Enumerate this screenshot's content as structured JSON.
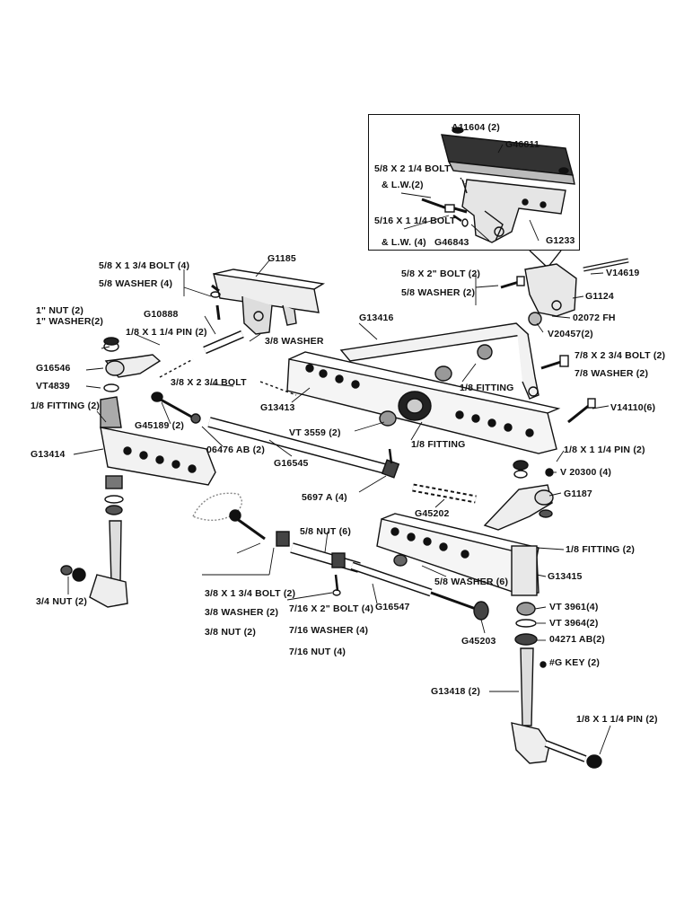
{
  "inset": {
    "labels": [
      "A11604 (2)",
      "G46811",
      "5/8 X 2 1/4 BOLT",
      "& L.W.(2)",
      "5/16 X 1 1/4 BOLT",
      "& L.W. (4)",
      "G46843",
      "G1233"
    ]
  },
  "labels": {
    "bolt_5_8_x_1_3_4": "5/8 X 1 3/4 BOLT (4)",
    "washer_5_8_4_top": "5/8 WASHER (4)",
    "g1185": "G1185",
    "bolt_5_8_x_2": "5/8 X 2\" BOLT (2)",
    "washer_5_8_2": "5/8 WASHER (2)",
    "v14619": "V14619",
    "g1124": "G1124",
    "o2072fh": "02072 FH",
    "g10888": "G10888",
    "nut_1_2": "1\" NUT (2)",
    "washer_1_2": "1\" WASHER(2)",
    "pin_1_8_x_1_1_4_2_a": "1/8 X 1 1/4 PIN (2)",
    "washer_3_8": "3/8 WASHER",
    "g13416": "G13416",
    "v20457": "V20457(2)",
    "bolt_7_8_x_2_3_4": "7/8 X 2 3/4 BOLT (2)",
    "washer_7_8": "7/8 WASHER (2)",
    "g16546": "G16546",
    "vt4839": "VT4839",
    "bolt_3_8_x_2_3_4": "3/8 X 2 3/4 BOLT",
    "fitting_1_8_a": "1/8 FITTING",
    "v14110": "V14110(6)",
    "fitting_1_8_2": "1/8 FITTING (2)",
    "g13413": "G13413",
    "g45189": "G45189 (2)",
    "vt3559": "VT 3559 (2)",
    "fitting_1_8_b": "1/8 FITTING",
    "o6476ab": "06476 AB (2)",
    "g13414": "G13414",
    "pin_1_8_x_1_1_4_2_b": "1/8 X 1 1/4 PIN (2)",
    "v20300": "V 20300 (4)",
    "g16545": "G16545",
    "s5697a": "5697 A (4)",
    "g1187": "G1187",
    "g45202": "G45202",
    "nut_5_8_6": "5/8 NUT (6)",
    "fitting_1_8_2_b": "1/8 FITTING (2)",
    "washer_5_8_6": "5/8 WASHER (6)",
    "g13415": "G13415",
    "bolt_3_8_x_1_3_4": "3/8 X 1 3/4 BOLT (2)",
    "washer_3_8_2": "3/8 WASHER (2)",
    "nut_3_8_2": "3/8 NUT (2)",
    "bolt_7_16_x_2": "7/16 X 2\" BOLT (4)",
    "washer_7_16": "7/16 WASHER (4)",
    "nut_7_16": "7/16 NUT (4)",
    "g16547": "G16547",
    "nut_3_4_2": "3/4 NUT (2)",
    "vt3961": "VT 3961(4)",
    "vt3964": "VT 3964(2)",
    "o4271ab": "04271 AB(2)",
    "key_g": "#G KEY (2)",
    "g45203": "G45203",
    "g13418": "G13418 (2)",
    "pin_1_8_x_1_1_4_2_c": "1/8 X 1 1/4 PIN (2)"
  }
}
